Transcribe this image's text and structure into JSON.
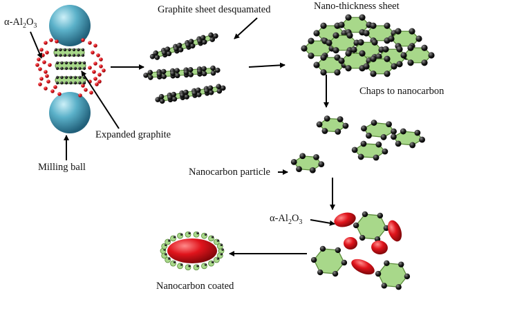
{
  "labels": {
    "alumina_top_prefix": "α-Al",
    "alumina_top_sub1": "2",
    "alumina_top_mid": "O",
    "alumina_top_sub2": "3",
    "graphite_desquamated": "Graphite sheet desquamated",
    "nano_thickness": "Nano-thickness sheet",
    "chaps": "Chaps to nanocarbon",
    "expanded_graphite": "Expanded graphite",
    "milling_ball": "Milling ball",
    "nanocarbon_particle": "Nanocarbon particle",
    "alumina_bottom_prefix": "α-Al",
    "alumina_bottom_sub1": "2",
    "alumina_bottom_mid": "O",
    "alumina_bottom_sub2": "3",
    "nanocarbon_coated": "Nanocarbon coated"
  },
  "colors": {
    "sheet_fill": "#a8d88a",
    "sheet_stroke": "#5a8a3a",
    "atom": "#1a1a1a",
    "alumina_red": "#d8141b",
    "ball_blue": "#4fa3bd",
    "arrow": "#000000"
  }
}
